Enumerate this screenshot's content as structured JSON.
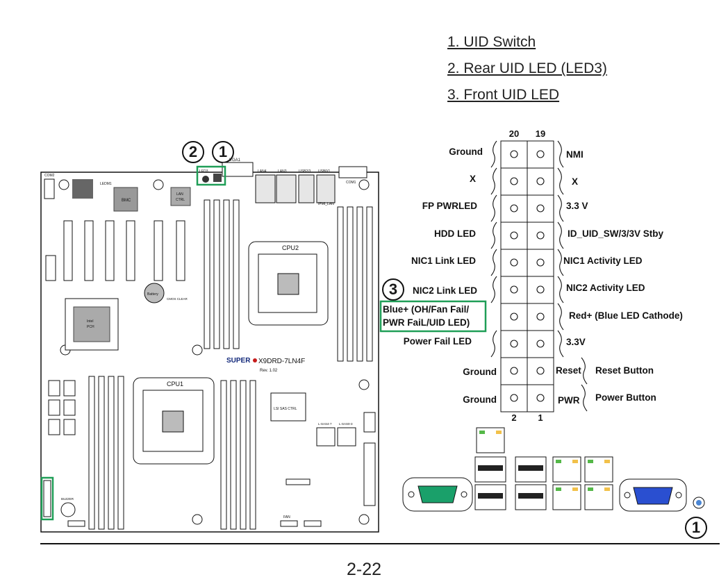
{
  "legend": [
    {
      "num": "1",
      "label": "1. UID Switch"
    },
    {
      "num": "2",
      "label": "2. Rear UID LED (LED3)"
    },
    {
      "num": "3",
      "label": "3. Front UID LED"
    }
  ],
  "board": {
    "brand": "SUPER",
    "model": "X9DRD-7LN4F",
    "rev": "Rev. 1.02",
    "cpu1": "CPU1",
    "cpu2": "CPU2",
    "pch_line1": "Intel",
    "pch_line2": "PCH",
    "bmc": "BMC",
    "lan_ctrl_line1": "LAN",
    "lan_ctrl_line2": "CTRL",
    "lsi": "LSI SAS CTRL",
    "battery": "Battery",
    "cmos": "CMOS CLEAR",
    "buzzer": "BUZZER",
    "led3": "LED3",
    "vga1": "VGA1",
    "lan4": "LAN4",
    "lan3": "LAN3",
    "usb": "USB0/1",
    "usb23": "USB2/3",
    "com1": "COM1",
    "com2": "COM2",
    "ipmi_lan": "IPMI_LAN",
    "sas47": "L-SAS4-7",
    "sas03": "L-SAS0-3",
    "fan": "FAN",
    "ledm1": "LEDM1"
  },
  "header": {
    "col_left": "20",
    "col_right": "19",
    "foot_left": "2",
    "foot_right": "1",
    "rows": [
      {
        "left": "Ground",
        "right": "NMI"
      },
      {
        "left": "X",
        "right": "X"
      },
      {
        "left": "FP PWRLED",
        "right": "3.3 V"
      },
      {
        "left": "HDD LED",
        "right": "ID_UID_SW/3/3V Stby"
      },
      {
        "left": "NIC1 Link LED",
        "right": "NIC1 Activity LED"
      },
      {
        "left": "NIC2 Link LED",
        "right": "NIC2 Activity LED"
      },
      {
        "left_line1": "Blue+ (OH/Fan Fail/",
        "left_line2": "PWR FaiL/UID LED)",
        "right": "Red+ (Blue LED Cathode)"
      },
      {
        "left": "Power Fail LED",
        "right": "3.3V"
      },
      {
        "left": "Ground",
        "right_short": "Reset",
        "right": "Reset Button"
      },
      {
        "left": "Ground",
        "right_short": "PWR",
        "right": "Power Button"
      }
    ]
  },
  "callouts": {
    "one": "1",
    "two": "2",
    "three": "3"
  },
  "highlight_color": "#1f9e57",
  "page_number": "2-22"
}
